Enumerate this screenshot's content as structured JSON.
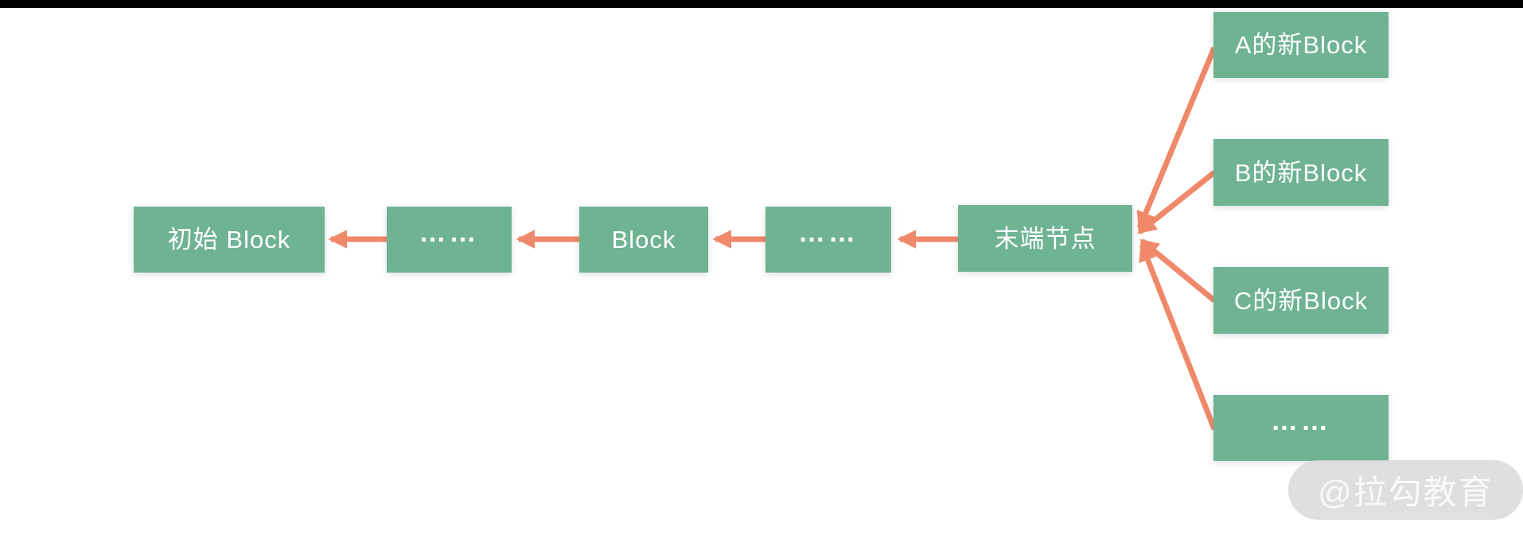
{
  "diagram": {
    "chain_boxes": [
      {
        "label": "初始 Block"
      },
      {
        "label": "……"
      },
      {
        "label": "Block"
      },
      {
        "label": "……"
      },
      {
        "label": "末端节点"
      }
    ],
    "branch_boxes": [
      {
        "label": "A的新Block"
      },
      {
        "label": "B的新Block"
      },
      {
        "label": "C的新Block"
      },
      {
        "label": "……"
      }
    ]
  },
  "watermark": {
    "label": "@拉勾教育"
  },
  "colors": {
    "box_green": "#6FB392",
    "arrow_salmon": "#F0886A",
    "top_bar": "#000000",
    "watermark_bg": "#D8D8D8",
    "watermark_text": "#FAFAFA",
    "background": "#FFFFFF"
  }
}
